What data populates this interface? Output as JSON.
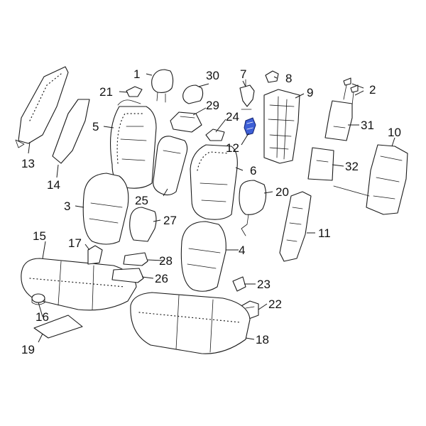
{
  "callouts": {
    "c1": "1",
    "c2": "2",
    "c3": "3",
    "c4": "4",
    "c5": "5",
    "c6": "6",
    "c7": "7",
    "c8": "8",
    "c9": "9",
    "c10": "10",
    "c11": "11",
    "c12": "12",
    "c13": "13",
    "c14": "14",
    "c15": "15",
    "c16": "16",
    "c17": "17",
    "c18": "18",
    "c19": "19",
    "c20": "20",
    "c21": "21",
    "c22": "22",
    "c23": "23",
    "c24": "24",
    "c25": "25",
    "c26": "26",
    "c27": "27",
    "c28": "28",
    "c29": "29",
    "c30": "30",
    "c31": "31",
    "c32": "32"
  },
  "highlighted_part": "12",
  "colors": {
    "line": "#1a1a1a",
    "highlight": "#3d5fd6",
    "background": "#ffffff"
  }
}
